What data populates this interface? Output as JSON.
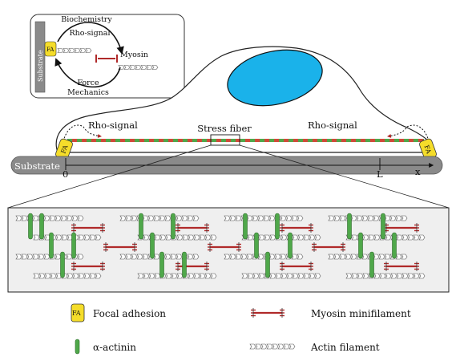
{
  "inset": {
    "biochemistry": "Biochemistry",
    "rho_signal": "Rho-signal",
    "myosin": "Myosin",
    "force": "Force",
    "mechanics": "Mechanics",
    "substrate": "Substrate",
    "fa": "FA"
  },
  "cell": {
    "rho_signal_left": "Rho-signal",
    "rho_signal_right": "Rho-signal",
    "stress_fiber": "Stress fiber",
    "substrate": "Substrate",
    "fa_left": "FA",
    "fa_right": "FA",
    "axis_zero": "0",
    "axis_L": "L",
    "axis_x": "x"
  },
  "legend": {
    "focal_adhesion": "Focal adhesion",
    "fa_symbol": "FA",
    "myosin_minifilament": "Myosin minifilament",
    "alpha_actinin": "α-actinin",
    "actin_filament": "Actin filament"
  },
  "colors": {
    "nucleus": "#1ab2ea",
    "fa_yellow": "#f5dd2a",
    "actinin_green": "#4fa84a",
    "myosin_red": "#b02a2a",
    "substrate_gray": "#8a8a8a",
    "zoom_panel": "#efefef"
  }
}
